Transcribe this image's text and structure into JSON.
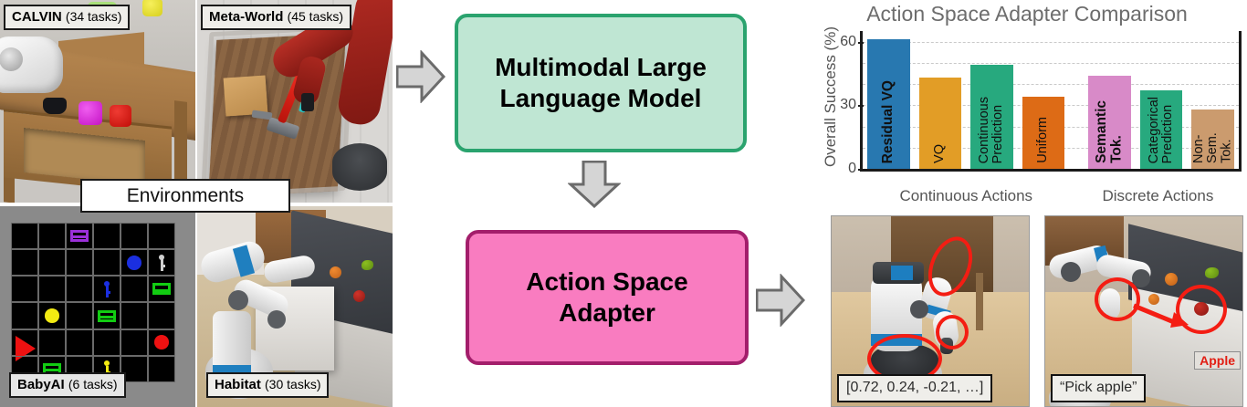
{
  "environments": {
    "group_label": "Environments",
    "panels": [
      {
        "name": "CALVIN",
        "tasks": "(34 tasks)",
        "scene": "calvin"
      },
      {
        "name": "Meta-World",
        "tasks": "(45 tasks)",
        "scene": "metaworld"
      },
      {
        "name": "BabyAI",
        "tasks": "(6 tasks)",
        "scene": "babyai"
      },
      {
        "name": "Habitat",
        "tasks": "(30 tasks)",
        "scene": "habitat"
      }
    ]
  },
  "pipeline": {
    "mllm_box": {
      "label": "Multimodal Large\nLanguage Model",
      "fill": "#bfe6d3",
      "border": "#2aa36e"
    },
    "adapter_box": {
      "label": "Action Space\nAdapter",
      "fill": "#f97cc0",
      "border": "#a31e6b"
    },
    "arrows": {
      "input_arrow": "arrow-right-icon",
      "middle_arrow": "arrow-down-icon",
      "output_arrow": "arrow-right-icon",
      "fill": "#d5d5d5",
      "stroke": "#6b6b6b"
    }
  },
  "outputs": {
    "left": {
      "caption": "[0.72, 0.24, -0.21, …]",
      "highlights": [
        "arm-joint-circle",
        "gripper-circle",
        "base-circle"
      ]
    },
    "right": {
      "caption": "“Pick apple”",
      "tag": "Apple",
      "tag_color": "#e21d12",
      "highlights": [
        "gripper-circle",
        "apple-circle"
      ]
    }
  },
  "chart_data": {
    "type": "bar",
    "title": "Action Space Adapter Comparison",
    "xlabel": "",
    "ylabel": "Overall Success  (%)",
    "ylim": [
      0,
      65
    ],
    "yticks": [
      0,
      30,
      60
    ],
    "ytick_labels": [
      "0",
      "30",
      "60"
    ],
    "minor_gridlines": [
      10,
      20,
      40,
      50
    ],
    "grid": true,
    "legend": "none",
    "groups": [
      "Continuous Actions",
      "Discrete Actions"
    ],
    "categories": [
      "Residual VQ",
      "VQ",
      "Continuous\nPrediction",
      "Uniform",
      "Semantic\nTok.",
      "Categorical\nPrediction",
      "Non-Sem.\nTok."
    ],
    "values": [
      61,
      43,
      49,
      34,
      44,
      37,
      28
    ],
    "bar_colors": [
      "#2878b0",
      "#e29d26",
      "#27a97e",
      "#dd6b16",
      "#d88ac8",
      "#27a97e",
      "#cb9b6e"
    ],
    "bold_labels": [
      true,
      false,
      false,
      false,
      true,
      false,
      false
    ],
    "group_assignment": [
      0,
      0,
      0,
      0,
      1,
      1,
      1
    ]
  }
}
